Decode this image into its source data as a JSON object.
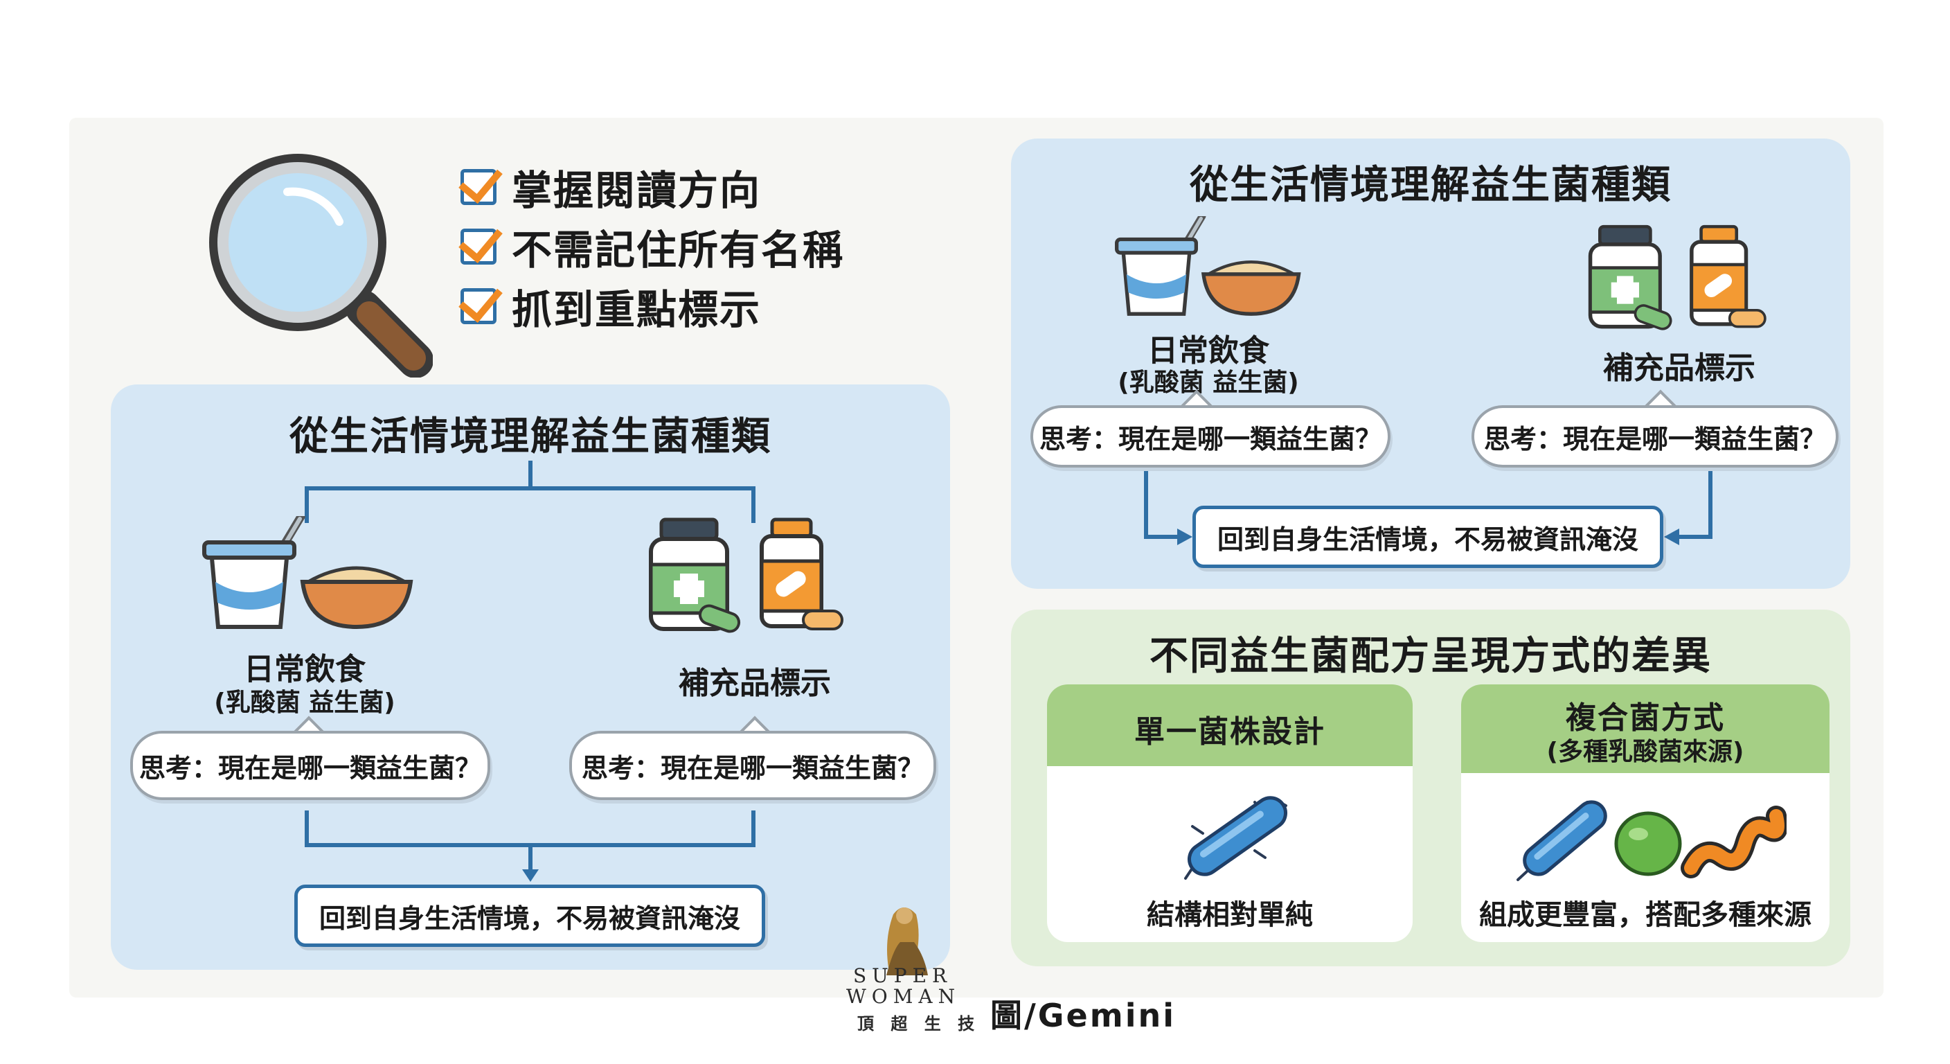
{
  "checklist": [
    "掌握閱讀方向",
    "不需記住所有名稱",
    "抓到重點標示"
  ],
  "left_panel": {
    "title": "從生活情境理解益生菌種類",
    "diet_label": "日常飲食",
    "diet_sublabel": "(乳酸菌 益生菌)",
    "supplement_label": "補充品標示",
    "bubble_left": "思考：現在是哪一類益生菌？",
    "bubble_right": "思考：現在是哪一類益生菌？",
    "result": "回到自身生活情境，不易被資訊淹沒"
  },
  "right_top_panel": {
    "title": "從生活情境理解益生菌種類",
    "diet_label": "日常飲食",
    "diet_sublabel": "(乳酸菌 益生菌)",
    "supplement_label": "補充品標示",
    "bubble_left": "思考：現在是哪一類益生菌？",
    "bubble_right": "思考：現在是哪一類益生菌？",
    "result": "回到自身生活情境，不易被資訊淹沒"
  },
  "right_bottom_panel": {
    "title": "不同益生菌配方呈現方式的差異",
    "single": {
      "title": "單一菌株設計",
      "footer": "結構相對單純"
    },
    "compound": {
      "title": "複合菌方式",
      "subtitle": "(多種乳酸菌來源)",
      "footer": "組成更豐富，搭配多種來源"
    }
  },
  "logo": {
    "line1": "SUPER",
    "line2": "WOMAN",
    "line3": "頂 超 生 技"
  },
  "credit": "圖/Gemini",
  "colors": {
    "panel_blue": "#d6e7f5",
    "panel_green": "#e2efda",
    "card_head_green": "#a5cf85",
    "connector_blue": "#2f6fa5",
    "check_orange": "#f08a24"
  }
}
